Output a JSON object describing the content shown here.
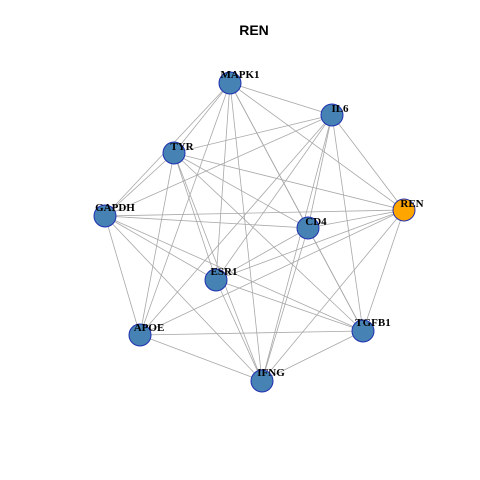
{
  "title": "REN",
  "colors": {
    "node_default": "#4682b4",
    "node_highlight": "#ffa500",
    "node_stroke": "#1f2fb0",
    "edge": "#a8a8a8"
  },
  "nodes": [
    {
      "id": "MAPK1",
      "label": "MAPK1",
      "highlight": false
    },
    {
      "id": "IL6",
      "label": "IL6",
      "highlight": false
    },
    {
      "id": "TYR",
      "label": "TYR",
      "highlight": false
    },
    {
      "id": "GAPDH",
      "label": "GAPDH",
      "highlight": false
    },
    {
      "id": "REN",
      "label": "REN",
      "highlight": true
    },
    {
      "id": "CD4",
      "label": "CD4",
      "highlight": false
    },
    {
      "id": "ESR1",
      "label": "ESR1",
      "highlight": false
    },
    {
      "id": "APOE",
      "label": "APOE",
      "highlight": false
    },
    {
      "id": "TGFB1",
      "label": "TGFB1",
      "highlight": false
    },
    {
      "id": "IFNG",
      "label": "IFNG",
      "highlight": false
    }
  ],
  "edges": [
    [
      "MAPK1",
      "IL6"
    ],
    [
      "MAPK1",
      "TYR"
    ],
    [
      "MAPK1",
      "GAPDH"
    ],
    [
      "MAPK1",
      "REN"
    ],
    [
      "MAPK1",
      "CD4"
    ],
    [
      "MAPK1",
      "ESR1"
    ],
    [
      "MAPK1",
      "APOE"
    ],
    [
      "MAPK1",
      "TGFB1"
    ],
    [
      "MAPK1",
      "IFNG"
    ],
    [
      "IL6",
      "TYR"
    ],
    [
      "IL6",
      "GAPDH"
    ],
    [
      "IL6",
      "REN"
    ],
    [
      "IL6",
      "CD4"
    ],
    [
      "IL6",
      "ESR1"
    ],
    [
      "IL6",
      "APOE"
    ],
    [
      "IL6",
      "TGFB1"
    ],
    [
      "IL6",
      "IFNG"
    ],
    [
      "TYR",
      "GAPDH"
    ],
    [
      "TYR",
      "REN"
    ],
    [
      "TYR",
      "CD4"
    ],
    [
      "TYR",
      "ESR1"
    ],
    [
      "TYR",
      "APOE"
    ],
    [
      "TYR",
      "TGFB1"
    ],
    [
      "TYR",
      "IFNG"
    ],
    [
      "GAPDH",
      "REN"
    ],
    [
      "GAPDH",
      "CD4"
    ],
    [
      "GAPDH",
      "ESR1"
    ],
    [
      "GAPDH",
      "APOE"
    ],
    [
      "GAPDH",
      "TGFB1"
    ],
    [
      "GAPDH",
      "IFNG"
    ],
    [
      "REN",
      "CD4"
    ],
    [
      "REN",
      "ESR1"
    ],
    [
      "REN",
      "APOE"
    ],
    [
      "REN",
      "TGFB1"
    ],
    [
      "REN",
      "IFNG"
    ],
    [
      "CD4",
      "ESR1"
    ],
    [
      "CD4",
      "TGFB1"
    ],
    [
      "CD4",
      "IFNG"
    ],
    [
      "ESR1",
      "TGFB1"
    ],
    [
      "ESR1",
      "IFNG"
    ],
    [
      "APOE",
      "TGFB1"
    ],
    [
      "APOE",
      "IFNG"
    ],
    [
      "TGFB1",
      "IFNG"
    ]
  ]
}
